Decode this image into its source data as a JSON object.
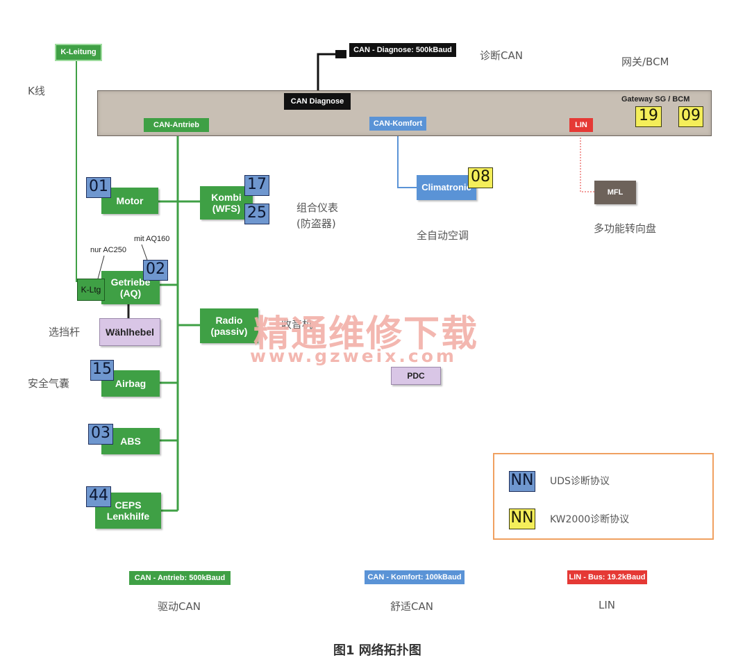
{
  "colors": {
    "can_drive": "#3fa045",
    "can_comfort": "#5a93d6",
    "lin": "#e53935",
    "uds": "#6f97cf",
    "kw2000": "#f4ee5a",
    "diagnose": "#111111",
    "gateway": "#c8bfb4"
  },
  "labels": {
    "k_leitung": "K-Leitung",
    "k_line_cn": "K线",
    "can_diag_speed": "CAN - Diagnose: 500kBaud",
    "diag_can_cn": "诊断CAN",
    "gateway_cn": "网关/BCM",
    "can_diagnose": "CAN Diagnose",
    "gateway_sg": "Gateway SG / BCM",
    "can_antrieb": "CAN-Antrieb",
    "can_komfort": "CAN-Komfort",
    "lin": "LIN"
  },
  "gateway_addr": [
    "19",
    "09"
  ],
  "ecus": {
    "motor": {
      "name": "Motor",
      "addr": "01"
    },
    "kombi": {
      "name1": "Kombi",
      "name2": "(WFS)",
      "addr1": "17",
      "addr2": "25"
    },
    "kombi_cn1": "组合仪表",
    "kombi_cn2": "(防盗器)",
    "climatronic": {
      "name": "Climatronic",
      "addr": "08"
    },
    "climatronic_cn": "全自动空调",
    "mfl": {
      "name": "MFL"
    },
    "mfl_cn": "多功能转向盘",
    "getriebe": {
      "name1": "Getriebe",
      "name2": "(AQ)",
      "addr": "02"
    },
    "k_ltg": "K-Ltg",
    "nur_ac250": "nur AC250",
    "mit_aq160": "mit AQ160",
    "waehlhebel": "Wählhebel",
    "waehlhebel_cn": "选挡杆",
    "radio": {
      "name1": "Radio",
      "name2": "(passiv)"
    },
    "radio_cn": "收音机",
    "airbag": {
      "name": "Airbag",
      "addr": "15"
    },
    "airbag_cn": "安全气囊",
    "abs": {
      "name": "ABS",
      "addr": "03"
    },
    "ceps": {
      "name1": "CEPS",
      "name2": "Lenkhilfe",
      "addr": "44"
    },
    "pdc": "PDC"
  },
  "legend": {
    "uds_code": "NN",
    "uds_text": "UDS诊断协议",
    "kw_code": "NN",
    "kw_text": "KW2000诊断协议"
  },
  "bottom_legend": {
    "drive_tag": "CAN - Antrieb: 500kBaud",
    "drive_cn": "驱动CAN",
    "comfort_tag": "CAN - Komfort: 100kBaud",
    "comfort_cn": "舒适CAN",
    "lin_tag": "LIN - Bus: 19.2kBaud",
    "lin_cn": "LIN"
  },
  "watermark": {
    "line1": "精通维修下载",
    "line2": "www.gzweix.com"
  },
  "caption": "图1 网络拓扑图"
}
